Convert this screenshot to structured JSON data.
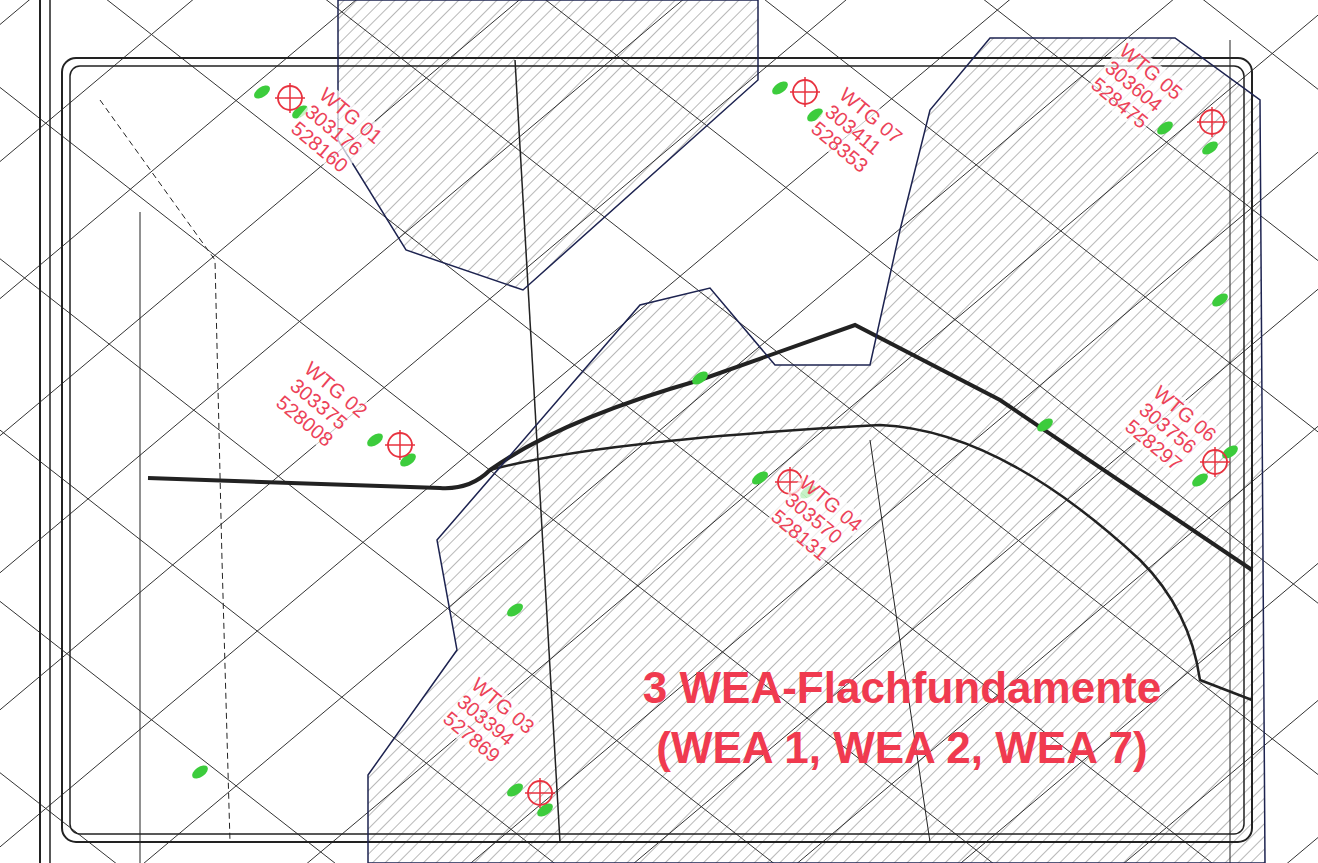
{
  "diagram": {
    "labels": [
      "WTG 01",
      "303176",
      "528160",
      "WTG 07",
      "303411",
      "528353",
      "WTG 05",
      "303604",
      "528475",
      "WTG 02",
      "303375",
      "528008",
      "WTG 06",
      "303756",
      "528297",
      "WTG 04",
      "303570",
      "528131",
      "WTG 03",
      "303394",
      "527869",
      "3 WEA-Flachfundamente (WEA 1, WEA 2, WEA 7)"
    ]
  }
}
